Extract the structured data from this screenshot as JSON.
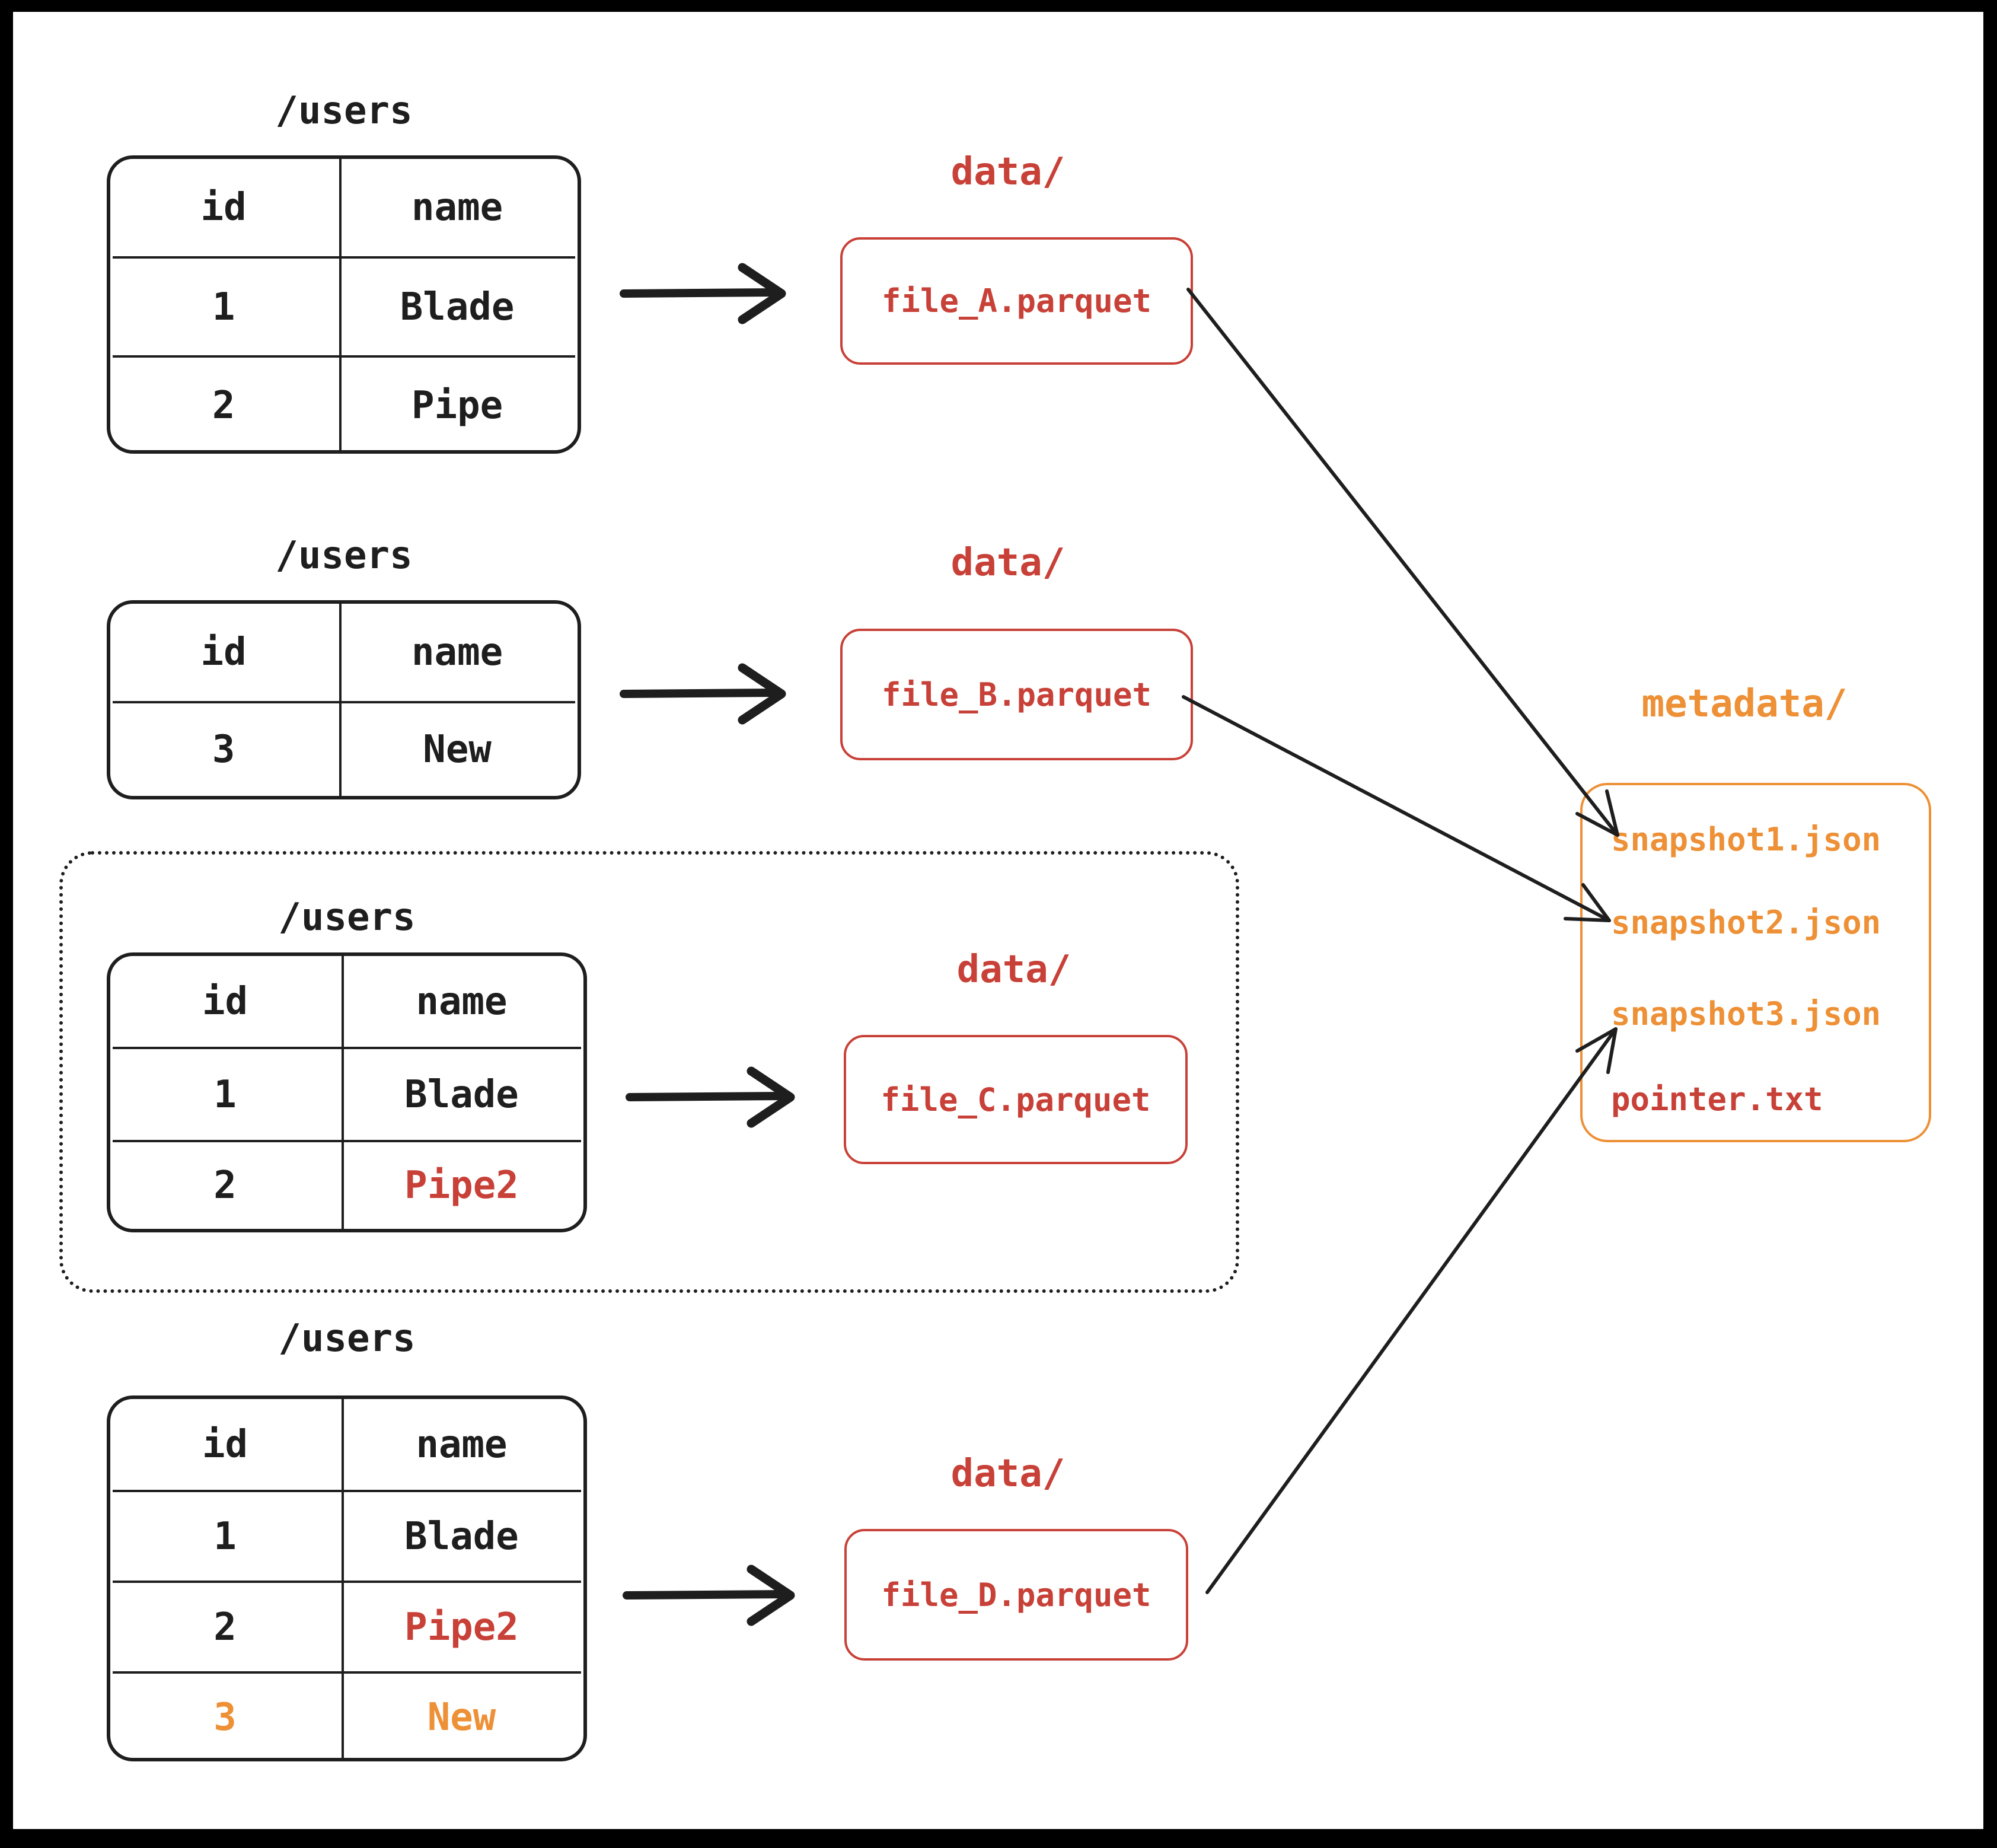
{
  "palette": {
    "ink": "#1e1e1e",
    "red": "#c84138",
    "orange": "#ed9036",
    "canvas_background": "#ffffff",
    "frame": "#000000"
  },
  "sections": [
    {
      "table_title": "/users",
      "columns": [
        "id",
        "name"
      ],
      "rows": [
        [
          {
            "t": "1"
          },
          {
            "t": "Blade"
          }
        ],
        [
          {
            "t": "2"
          },
          {
            "t": "Pipe"
          }
        ]
      ],
      "data_label": "data/",
      "file_label": "file_A.parquet"
    },
    {
      "table_title": "/users",
      "columns": [
        "id",
        "name"
      ],
      "rows": [
        [
          {
            "t": "3"
          },
          {
            "t": "New"
          }
        ]
      ],
      "data_label": "data/",
      "file_label": "file_B.parquet"
    },
    {
      "table_title": "/users",
      "columns": [
        "id",
        "name"
      ],
      "rows": [
        [
          {
            "t": "1"
          },
          {
            "t": "Blade"
          }
        ],
        [
          {
            "t": "2"
          },
          {
            "t": "Pipe2"
          }
        ]
      ],
      "data_label": "data/",
      "file_label": "file_C.parquet"
    },
    {
      "table_title": "/users",
      "columns": [
        "id",
        "name"
      ],
      "rows": [
        [
          {
            "t": "1"
          },
          {
            "t": "Blade"
          }
        ],
        [
          {
            "t": "2"
          },
          {
            "t": "Pipe2"
          }
        ],
        [
          {
            "t": "3"
          },
          {
            "t": "New"
          }
        ]
      ],
      "data_label": "data/",
      "file_label": "file_D.parquet"
    }
  ],
  "metadata": {
    "label": "metadata/",
    "files": [
      {
        "name": "snapshot1.json"
      },
      {
        "name": "snapshot2.json"
      },
      {
        "name": "snapshot3.json"
      },
      {
        "name": "pointer.txt"
      }
    ]
  }
}
